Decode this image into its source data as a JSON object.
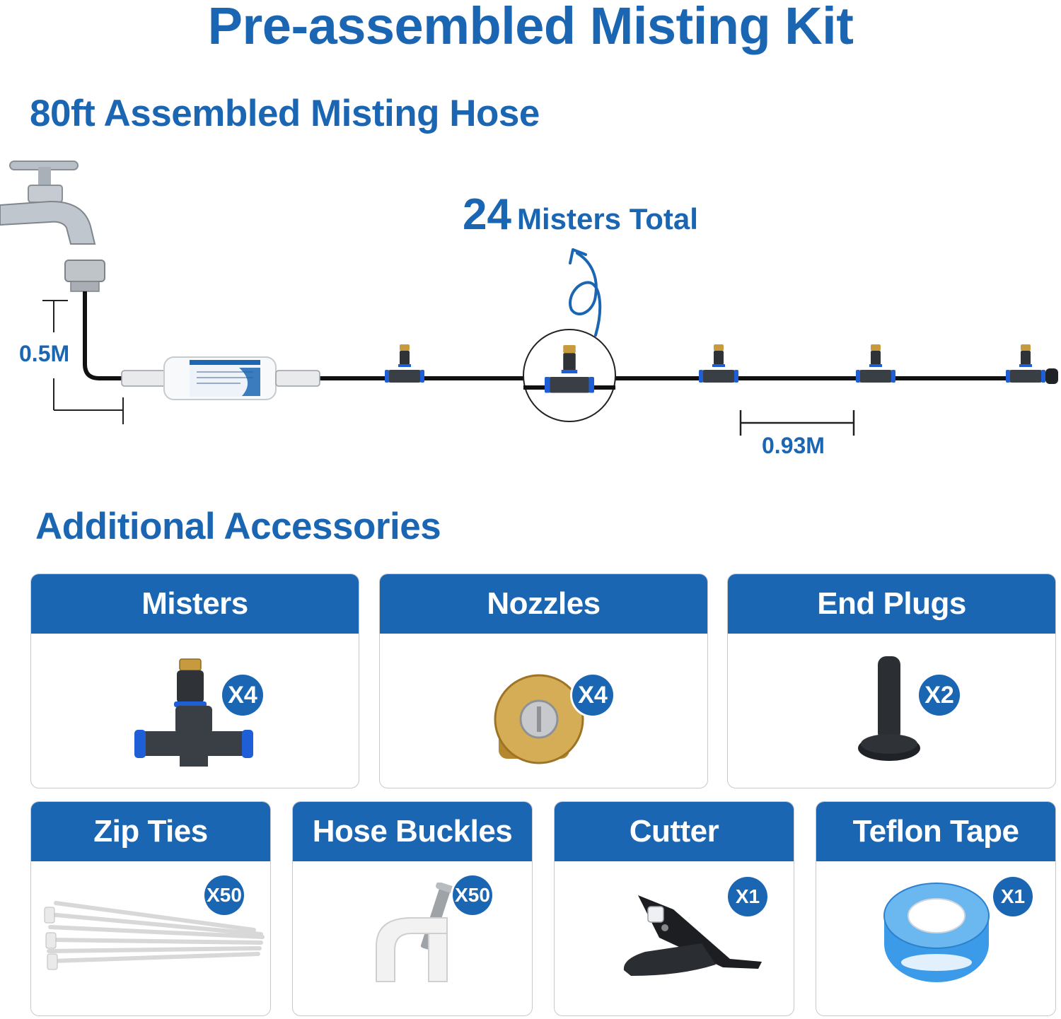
{
  "title": "Pre-assembled Misting Kit",
  "hose_section": {
    "heading": "80ft Assembled Misting Hose",
    "misters_count": "24",
    "misters_label": "Misters Total",
    "dim_vertical": "0.5M",
    "dim_spacing": "0.93M"
  },
  "accessories": {
    "heading": "Additional Accessories",
    "items": [
      {
        "label": "Misters",
        "qty": "X4",
        "icon": "mister-tee-icon"
      },
      {
        "label": "Nozzles",
        "qty": "X4",
        "icon": "brass-nozzle-icon"
      },
      {
        "label": "End Plugs",
        "qty": "X2",
        "icon": "end-plug-icon"
      },
      {
        "label": "Zip Ties",
        "qty": "X50",
        "icon": "zip-ties-icon"
      },
      {
        "label": "Hose Buckles",
        "qty": "X50",
        "icon": "hose-buckle-icon"
      },
      {
        "label": "Cutter",
        "qty": "X1",
        "icon": "hose-cutter-icon"
      },
      {
        "label": "Teflon Tape",
        "qty": "X1",
        "icon": "teflon-tape-icon"
      }
    ]
  },
  "colors": {
    "brand_blue": "#1b66b3",
    "card_border": "#c9c9c9",
    "hose": "#111111"
  }
}
